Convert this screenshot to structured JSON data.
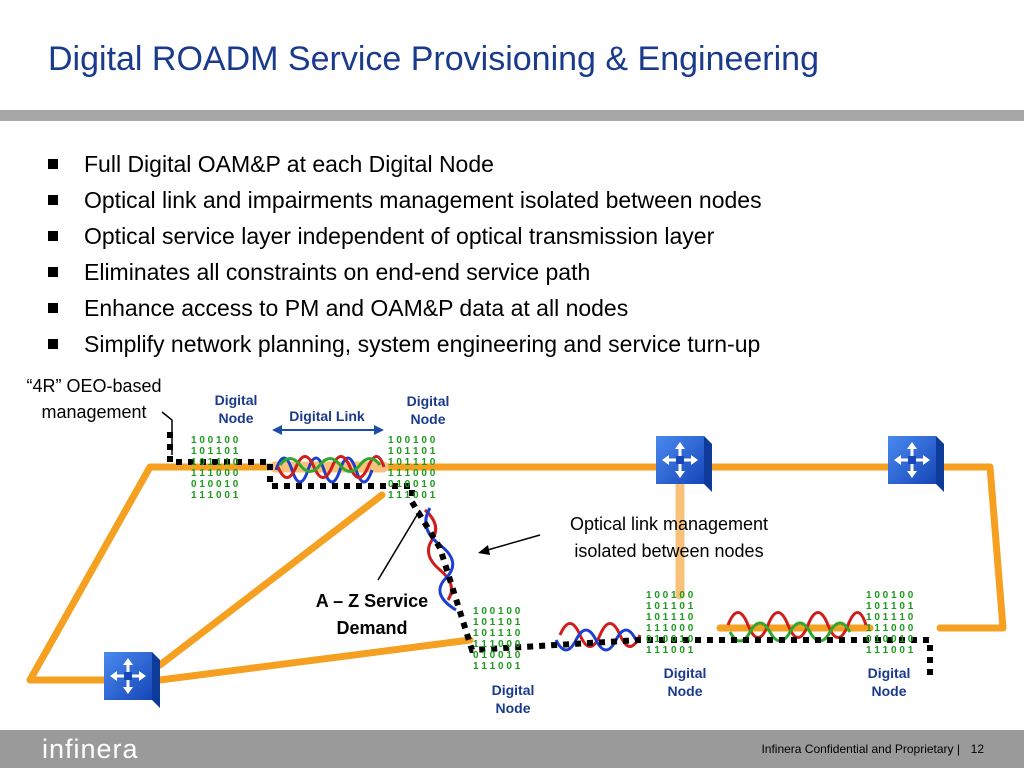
{
  "title": "Digital ROADM Service Provisioning & Engineering",
  "bullets": [
    "Full Digital OAM&P at each Digital Node",
    "Optical link and impairments management isolated between nodes",
    "Optical service layer independent of optical transmission layer",
    "Eliminates all constraints on end-end service path",
    "Enhance access to PM and OAM&P data at all nodes",
    "Simplify network planning, system engineering and service turn-up"
  ],
  "diagram": {
    "callout_4r_line1": "“4R” OEO-based",
    "callout_4r_line2": "management",
    "digital_node_line1": "Digital",
    "digital_node_line2": "Node",
    "digital_link_label": "Digital Link",
    "optical_callout_line1": "Optical link management",
    "optical_callout_line2": "isolated between nodes",
    "service_demand_line1": "A – Z Service",
    "service_demand_line2": "Demand",
    "binary_rows": [
      "1 0 0 1 0 0",
      "1 0 1 1 0 1",
      "1 0 1 1 1 0",
      "1 1 1 0 0 0",
      "0 1 0 0 1 0",
      "1 1 1 0 0 1"
    ],
    "colors": {
      "fiber": "#f5a020",
      "binary": "#1a9a1a",
      "label_blue": "#1a3a8c",
      "switch": "#1f5fd6"
    }
  },
  "footer": {
    "logo": "infinera",
    "confidential": "Infinera Confidential and Proprietary  |",
    "page": "12"
  }
}
